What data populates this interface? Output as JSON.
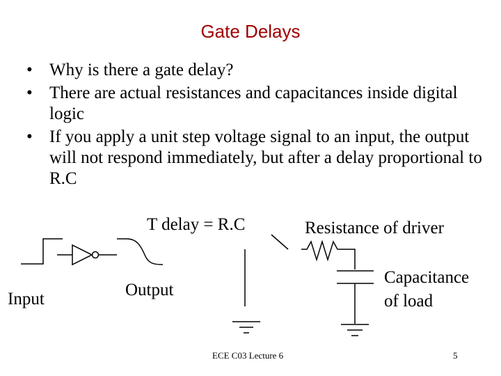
{
  "slide": {
    "title": "Gate Delays",
    "bullets": [
      {
        "marker": "•",
        "text": "Why is there a gate delay?"
      },
      {
        "marker": "•",
        "text": "There are actual resistances and capacitances inside digital logic"
      },
      {
        "marker": "•",
        "text": "If you apply a unit step voltage signal to an input, the output will not respond immediately, but after a delay proportional to R.C"
      }
    ],
    "diagram": {
      "formula": "T delay = R.C",
      "resistance_label": "Resistance of driver",
      "capacitance_label_line1": "Capacitance",
      "capacitance_label_line2": "of load",
      "input_label": "Input",
      "output_label": "Output"
    },
    "footer": {
      "course": "ECE C03 Lecture 6",
      "page_number": "5"
    }
  }
}
